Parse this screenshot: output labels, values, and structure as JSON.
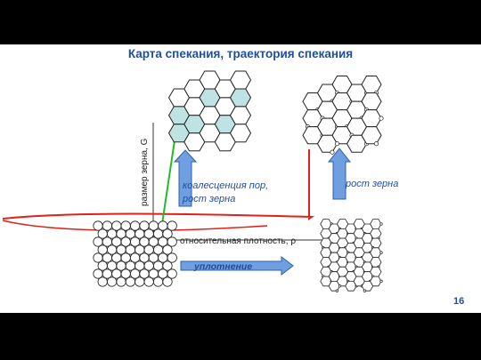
{
  "title": "Карта спекания, траектория спекания",
  "axis_y_label": "размер зерна, G",
  "axis_x_label": "относительная плотность, ρ",
  "label_coalescence_line1": "коалесценция пор,",
  "label_coalescence_line2": "рост зерна",
  "label_grain_growth": "рост зерна",
  "arrow_densification": "уплотнение",
  "page_number": "16",
  "colors": {
    "title": "#1f4e9c",
    "arrow_fill": "#6f9fe0",
    "arrow_stroke": "#2f5fa8",
    "trajectory_red": "#e0201a",
    "trajectory_green": "#22bb22",
    "highlight_cell": "#bfe3e3"
  }
}
